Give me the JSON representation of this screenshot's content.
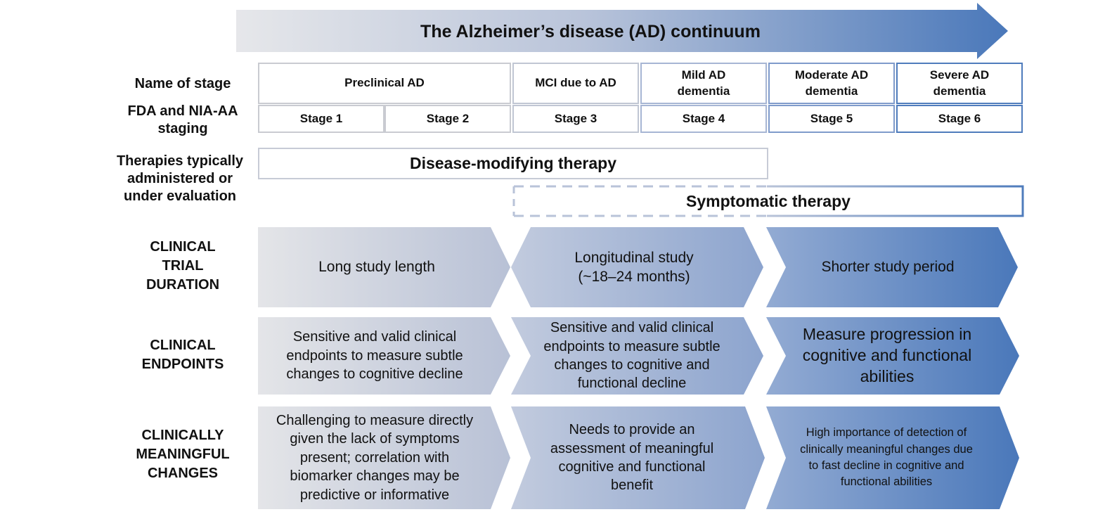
{
  "header": {
    "title": "The Alzheimer’s disease (AD) continuum"
  },
  "row_labels": {
    "name_of_stage": "Name of stage",
    "fda_line1": "FDA and NIA-AA",
    "fda_line2": "staging",
    "therapies_line1": "Therapies typically",
    "therapies_line2": "administered or",
    "therapies_line3": "under evaluation",
    "duration_line1": "CLINICAL",
    "duration_line2": "TRIAL",
    "duration_line3": "DURATION",
    "endpoints_line1": "CLINICAL",
    "endpoints_line2": "ENDPOINTS",
    "meaningful_line1": "CLINICALLY",
    "meaningful_line2": "MEANINGFUL",
    "meaningful_line3": "CHANGES"
  },
  "stages": {
    "preclinical": "Preclinical AD",
    "mci": "MCI due to AD",
    "mild_line1": "Mild AD",
    "mild_line2": "dementia",
    "moderate_line1": "Moderate AD",
    "moderate_line2": "dementia",
    "severe_line1": "Severe AD",
    "severe_line2": "dementia",
    "stage1": "Stage 1",
    "stage2": "Stage 2",
    "stage3": "Stage 3",
    "stage4": "Stage 4",
    "stage5": "Stage 5",
    "stage6": "Stage 6"
  },
  "therapies": {
    "disease_modifying": "Disease-modifying therapy",
    "symptomatic": "Symptomatic therapy"
  },
  "duration": {
    "early": "Long study length",
    "mid_line1": "Longitudinal study",
    "mid_line2": "(~18–24 months)",
    "late": "Shorter study period"
  },
  "endpoints": {
    "early_line1": "Sensitive and valid clinical",
    "early_line2": "endpoints to measure subtle",
    "early_line3": "changes to cognitive decline",
    "mid_line1": "Sensitive and valid clinical",
    "mid_line2": "endpoints to measure subtle",
    "mid_line3": "changes to cognitive and",
    "mid_line4": "functional decline",
    "late_line1": "Measure progression in",
    "late_line2": "cognitive and functional",
    "late_line3": "abilities"
  },
  "meaningful": {
    "early_line1": "Challenging to measure directly",
    "early_line2": "given the lack of symptoms",
    "early_line3": "present; correlation with",
    "early_line4": "biomarker changes may be",
    "early_line5": "predictive or informative",
    "mid_line1": "Needs to provide an",
    "mid_line2": "assessment of meaningful",
    "mid_line3": "cognitive and functional",
    "mid_line4": "benefit",
    "late_line1": "High importance of detection of",
    "late_line2": "clinically meaningful changes due",
    "late_line3": "to fast decline in cognitive and",
    "late_line4": "functional abilities"
  },
  "colors": {
    "light": "#e3e4e8",
    "mid": "#a7b6d4",
    "dark": "#4a78ba",
    "border_light": "#c6c8cf",
    "border_dark": "#4f7cbc"
  }
}
